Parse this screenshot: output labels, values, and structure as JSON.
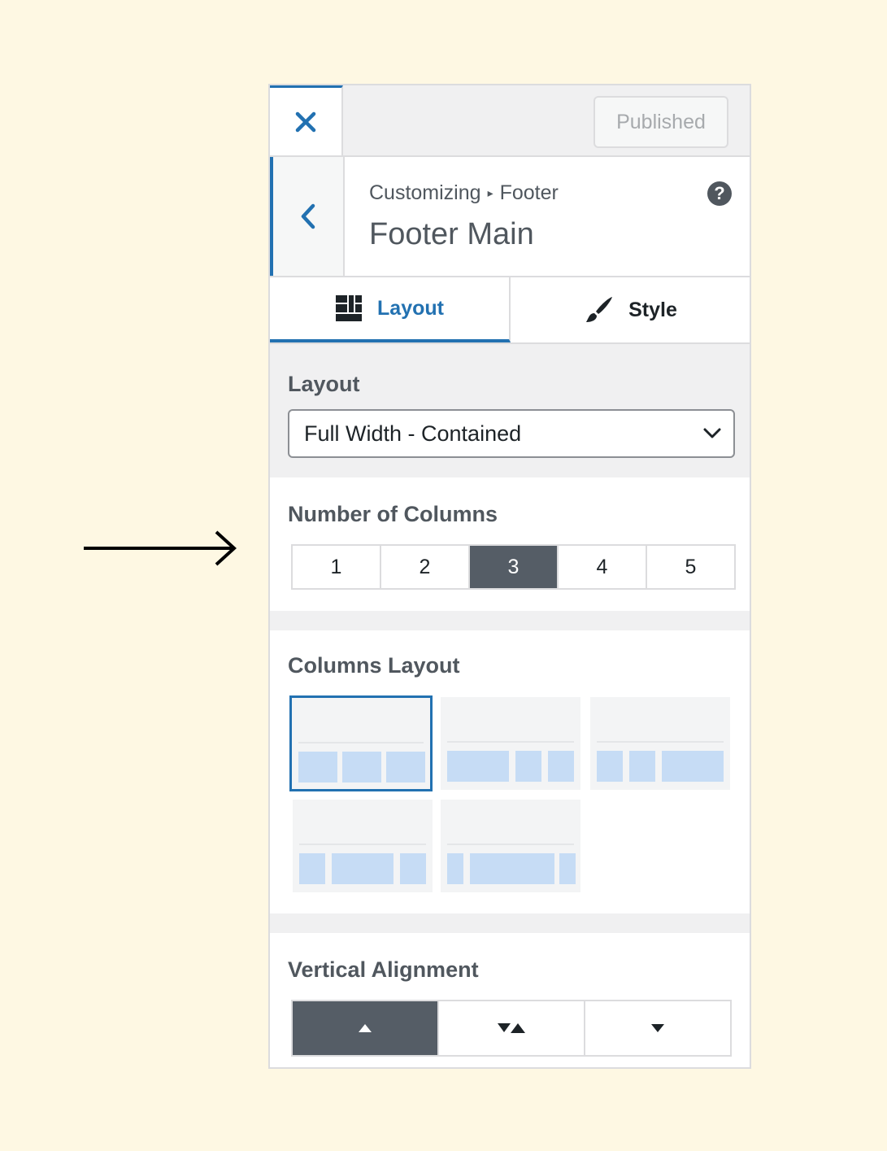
{
  "topbar": {
    "close_icon": "close-icon",
    "published_label": "Published"
  },
  "section": {
    "breadcrumb_parent": "Customizing",
    "breadcrumb_sep": "▸",
    "breadcrumb_current": "Footer",
    "title": "Footer Main",
    "help_label": "?"
  },
  "tabs": [
    {
      "label": "Layout",
      "icon": "layout-grid-icon",
      "active": true
    },
    {
      "label": "Style",
      "icon": "paintbrush-icon",
      "active": false
    }
  ],
  "layout": {
    "label": "Layout",
    "selected": "Full Width - Contained"
  },
  "columns": {
    "label": "Number of Columns",
    "options": [
      "1",
      "2",
      "3",
      "4",
      "5"
    ],
    "selected": "3"
  },
  "columns_layout": {
    "label": "Columns Layout",
    "options": [
      "equal-thirds",
      "wide-left",
      "wide-right",
      "wide-center",
      "extra-wide-center"
    ],
    "selected": "equal-thirds"
  },
  "vertical_alignment": {
    "label": "Vertical Alignment",
    "options": [
      "top",
      "middle",
      "bottom"
    ],
    "selected": "top"
  },
  "colors": {
    "accent": "#2271b1",
    "active_button": "#555d66",
    "background": "#fef8e3",
    "thumb_block": "#c6dcf5"
  }
}
